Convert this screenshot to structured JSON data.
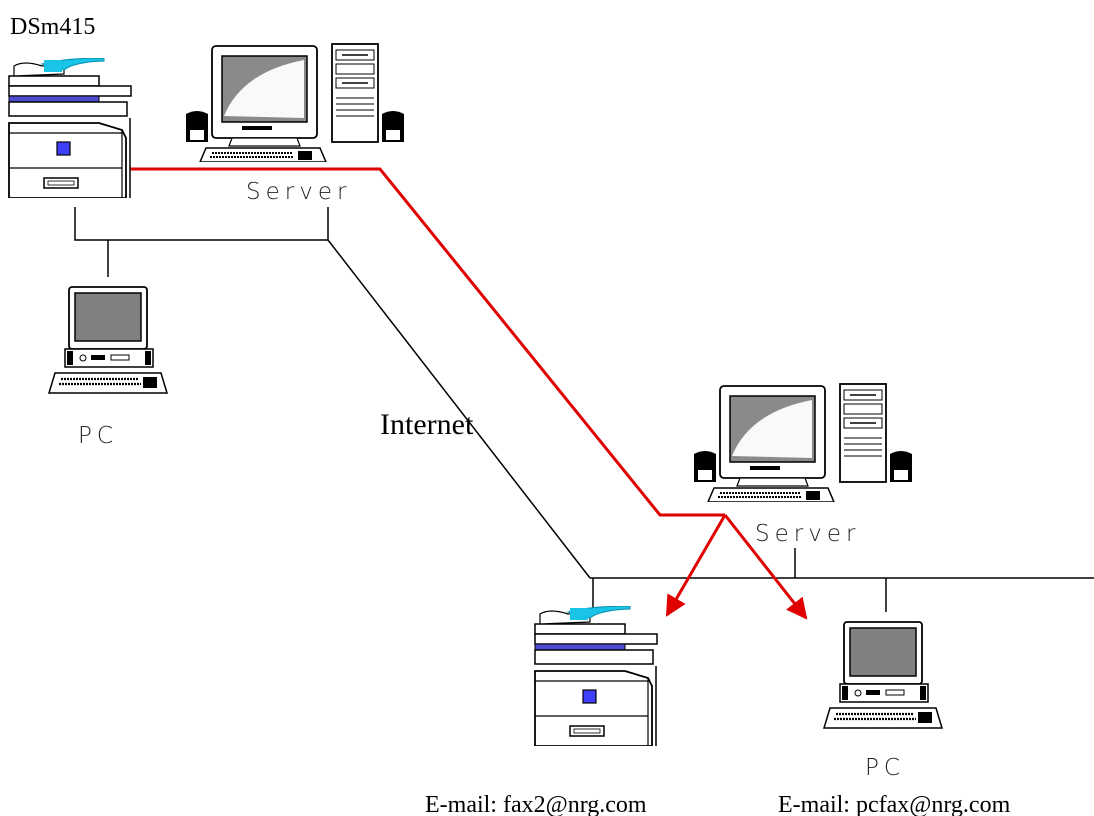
{
  "labels": {
    "device_top": "DSm415",
    "server_top": "Server",
    "pc_top": "PC",
    "internet": "Internet",
    "server_bottom": "Server",
    "pc_bottom": "PC",
    "email_fax": "E-mail: fax2@nrg.com",
    "email_pc": "E-mail: pcfax@nrg.com"
  },
  "colors": {
    "fax_route": "#e00000",
    "network_line": "#000000",
    "scanner_accent": "#19c4e6",
    "panel_button": "#3f3fff",
    "screen": "#808080"
  },
  "icons": {
    "multifunction_device": "fax-printer-icon",
    "server": "server-computer-icon",
    "pc": "desktop-pc-icon"
  }
}
